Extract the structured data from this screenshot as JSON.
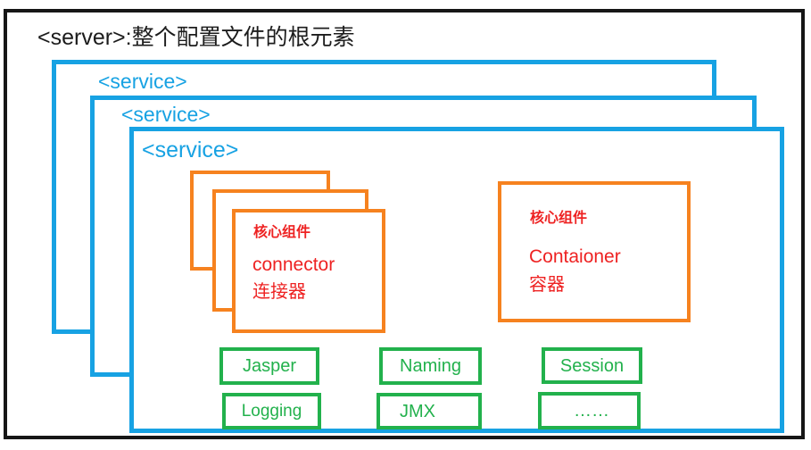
{
  "server": {
    "label": "<server>:整个配置文件的根元素"
  },
  "services": [
    {
      "label": "<service>"
    },
    {
      "label": "<service>"
    },
    {
      "label": "<service>"
    }
  ],
  "connector": {
    "heading": "核心组件",
    "name": "connector",
    "subtitle": "连接器"
  },
  "container": {
    "heading": "核心组件",
    "name": "Contaioner",
    "subtitle": "容器"
  },
  "components": [
    {
      "label": "Jasper"
    },
    {
      "label": "Naming"
    },
    {
      "label": "Session"
    },
    {
      "label": "Logging"
    },
    {
      "label": "JMX"
    },
    {
      "label": "……"
    }
  ],
  "colors": {
    "blue": "#17A2E3",
    "orange": "#F6821F",
    "green": "#22B14C",
    "red": "#EE2222",
    "border": "#161616"
  }
}
